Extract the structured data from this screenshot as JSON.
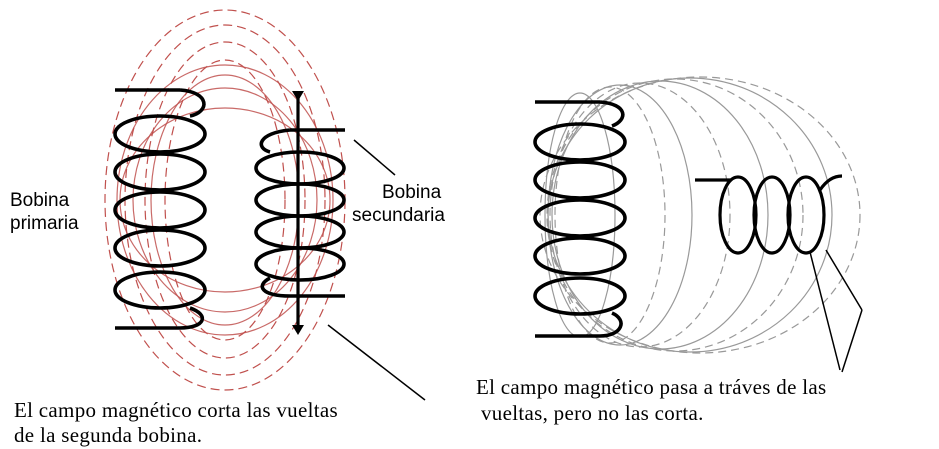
{
  "left_figure": {
    "primary_label_line1": "Bobina",
    "primary_label_line2": "primaria",
    "secondary_label_line1": "Bobina",
    "secondary_label_line2": "secundaria",
    "caption_line1": "El campo magnético corta las vueltas",
    "caption_line2": "de la segunda bobina.",
    "field_line_color": "#c0504d"
  },
  "right_figure": {
    "caption_line1": "El campo magnético pasa a tráves de las",
    "caption_line2": "vueltas, pero no las corta.",
    "field_line_color": "#999999"
  }
}
